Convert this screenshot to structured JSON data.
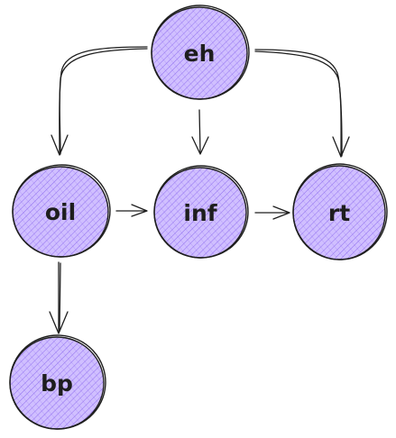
{
  "colors": {
    "node_fill": "#d0bfff",
    "hatch": "#7048e8",
    "stroke": "#1e1e1e",
    "background": "#ffffff"
  },
  "nodes": [
    {
      "id": "eh",
      "label": "eh"
    },
    {
      "id": "oil",
      "label": "oil"
    },
    {
      "id": "inf",
      "label": "inf"
    },
    {
      "id": "rt",
      "label": "rt"
    },
    {
      "id": "bp",
      "label": "bp"
    }
  ],
  "edges": [
    {
      "from": "eh",
      "to": "oil"
    },
    {
      "from": "eh",
      "to": "inf"
    },
    {
      "from": "eh",
      "to": "rt"
    },
    {
      "from": "oil",
      "to": "inf"
    },
    {
      "from": "inf",
      "to": "rt"
    },
    {
      "from": "oil",
      "to": "bp"
    }
  ]
}
